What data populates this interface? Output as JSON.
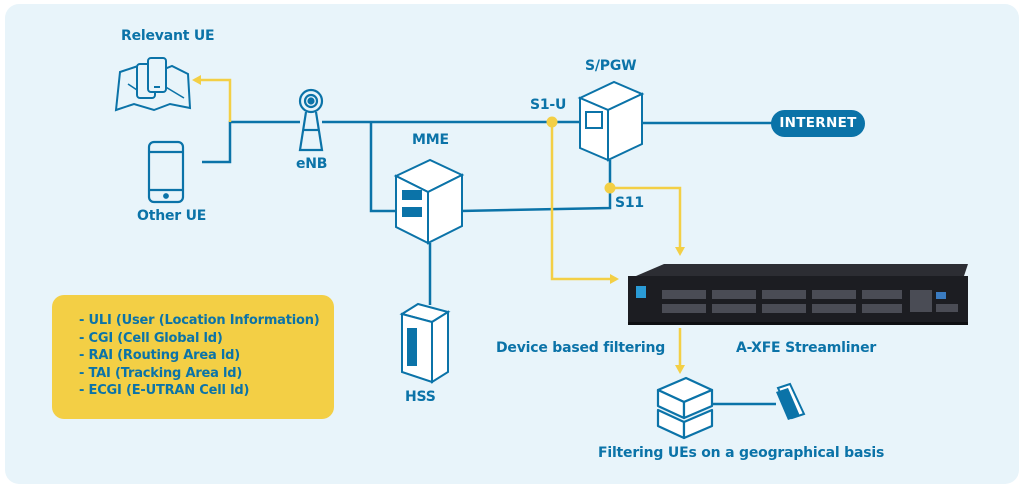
{
  "nodes": {
    "relevant_ue": "Relevant UE",
    "other_ue": "Other UE",
    "enb": "eNB",
    "mme": "MME",
    "hss": "HSS",
    "spgw": "S/PGW",
    "s1u": "S1-U",
    "s11": "S11",
    "internet": "INTERNET",
    "streamliner": "A-XFE Streamliner",
    "device_filtering": "Device based filtering",
    "geo_filtering": "Filtering UEs on a geographical basis"
  },
  "info_box": {
    "items": [
      "- ULI (User (Location Information)",
      "- CGI (Cell Global ld)",
      "- RAI (Routing Area ld)",
      "- TAI (Tracking Area ld)",
      "- ECGI (E-UTRAN Cell ld)"
    ]
  },
  "colors": {
    "primary": "#0b73a8",
    "accent_yellow": "#f3cf45",
    "background": "#e8f4fa",
    "device": "#1c1d22"
  },
  "icons": {
    "relevant_ue": "map-phones-icon",
    "other_ue": "smartphone-icon",
    "enb": "antenna-tower-icon",
    "mme": "server-icon",
    "hss": "server-icon",
    "spgw": "server-icon",
    "streamliner": "rack-appliance-icon",
    "geo_filter": "stacked-boxes-icon",
    "geo_target": "small-device-icon"
  }
}
